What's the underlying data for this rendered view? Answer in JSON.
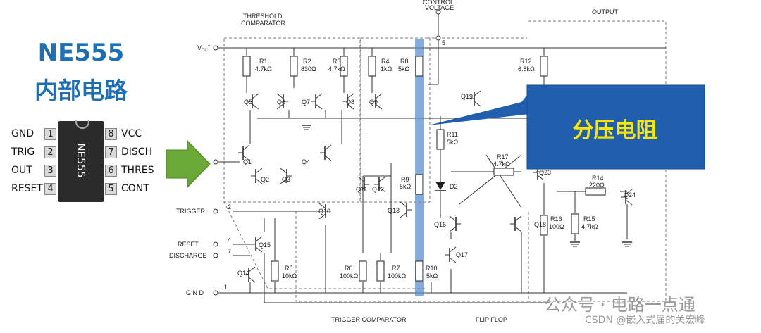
{
  "heading": {
    "line1": "NE555",
    "line2": "内部电路"
  },
  "chip": {
    "label": "NE555",
    "left_pins": [
      {
        "num": "1",
        "name": "GND"
      },
      {
        "num": "2",
        "name": "TRIG"
      },
      {
        "num": "3",
        "name": "OUT"
      },
      {
        "num": "4",
        "name": "RESET"
      }
    ],
    "right_pins": [
      {
        "num": "8",
        "name": "VCC"
      },
      {
        "num": "7",
        "name": "DISCH"
      },
      {
        "num": "6",
        "name": "THRES"
      },
      {
        "num": "5",
        "name": "CONT"
      }
    ]
  },
  "schematic": {
    "sections": {
      "threshold": [
        "THRESHOLD",
        "COMPARATOR"
      ],
      "control": [
        "CONTROL",
        "VOLTAGE"
      ],
      "output": "OUTPUT",
      "trigger": "TRIGGER COMPARATOR",
      "flipflop": "FLIP FLOP"
    },
    "pins": {
      "vcc": "V",
      "vcc_sub": "CC",
      "vcc_sup": "+",
      "trigger": "TRIGGER",
      "reset": "RESET",
      "discharge": "DISCHARGE",
      "gnd": "G N D",
      "n5": "5",
      "n2": "2",
      "n4": "4",
      "n7": "7",
      "n1": "1"
    },
    "resistors": {
      "r1": [
        "R1",
        "4.7kΩ"
      ],
      "r2": [
        "R2",
        "830Ω"
      ],
      "r3": [
        "R3",
        "4.7kΩ"
      ],
      "r4": [
        "R4",
        "1kΩ"
      ],
      "r8": [
        "R8",
        "5kΩ"
      ],
      "r12": [
        "R12",
        "6.8kΩ"
      ],
      "r11": [
        "R11",
        "5kΩ"
      ],
      "r17": [
        "R17",
        "4.7kΩ"
      ],
      "r9": [
        "R9",
        "5kΩ"
      ],
      "r14": [
        "R14",
        "220Ω"
      ],
      "r16": [
        "R16",
        "100Ω"
      ],
      "r15": [
        "R15",
        "4.7kΩ"
      ],
      "r5": [
        "R5",
        "10kΩ"
      ],
      "r6": [
        "R6",
        "100kΩ"
      ],
      "r7": [
        "R7",
        "100kΩ"
      ],
      "r10": [
        "R10",
        "5kΩ"
      ]
    },
    "transistors": {
      "q5": "Q5",
      "q6": "Q6",
      "q7": "Q7",
      "q8": "Q8",
      "q9": "Q9",
      "q19": "Q19",
      "q1": "Q1",
      "q2": "Q2",
      "q3": "Q3",
      "q4": "Q4",
      "q23": "Q23",
      "q11": "Q11",
      "q12": "Q12",
      "q13": "Q13",
      "q10": "Q10",
      "q24": "Q24",
      "q16": "Q16",
      "q18": "Q18",
      "q15": "Q15",
      "q17": "Q17",
      "q14": "Q14"
    },
    "diode": "D2"
  },
  "callout": {
    "text": "分压电阻",
    "fill": "#1f5fae",
    "text_color": "#ffe600"
  },
  "highlight_color": "#5b8fcc",
  "arrow_color": "#6aa935",
  "watermark": "公众号 · 电路一点通",
  "credit": "CSDN @嵌入式届的关宏峰"
}
